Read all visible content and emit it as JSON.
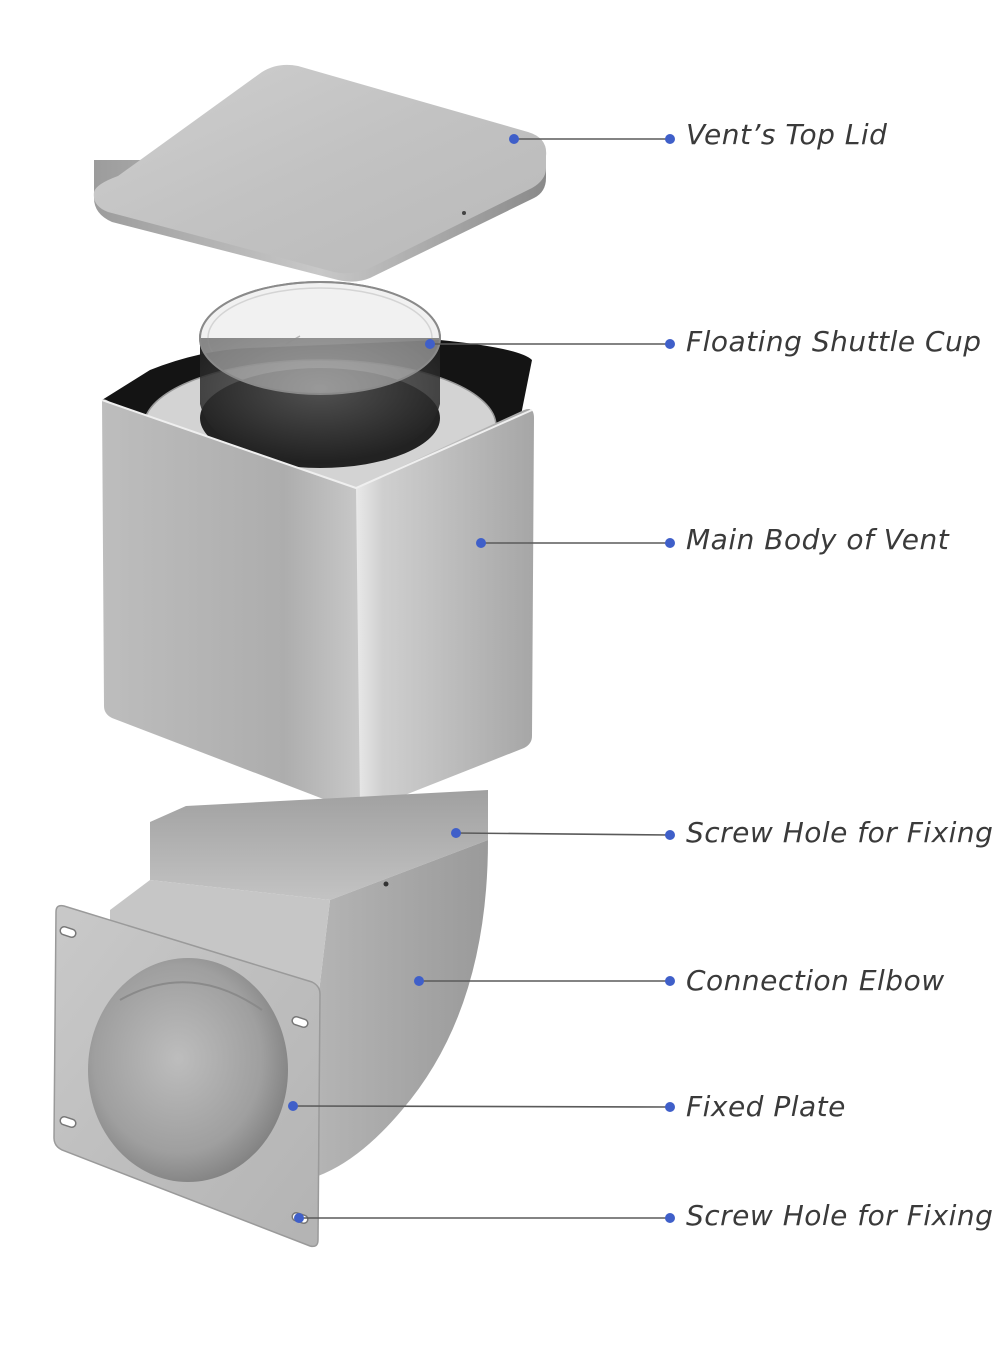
{
  "figure": {
    "subject": "Exploded view of a dryer vent box assembly",
    "callouts": [
      {
        "label": "Vent’s Top Lid"
      },
      {
        "label": "Floating Shuttle Cup"
      },
      {
        "label": "Main Body of Vent"
      },
      {
        "label": "Screw Hole for Fixing"
      },
      {
        "label": "Connection Elbow"
      },
      {
        "label": "Fixed Plate"
      },
      {
        "label": "Screw Hole for Fixing"
      }
    ]
  },
  "colors": {
    "dot": "#3f5fc9",
    "leader_line": "#5a5a5a",
    "label_text": "#3a3a3a",
    "metal_light": "#d6d6d6",
    "metal_mid": "#b8b8b8",
    "metal_dark": "#8e8e8e",
    "interior": "#1a1a1a"
  }
}
